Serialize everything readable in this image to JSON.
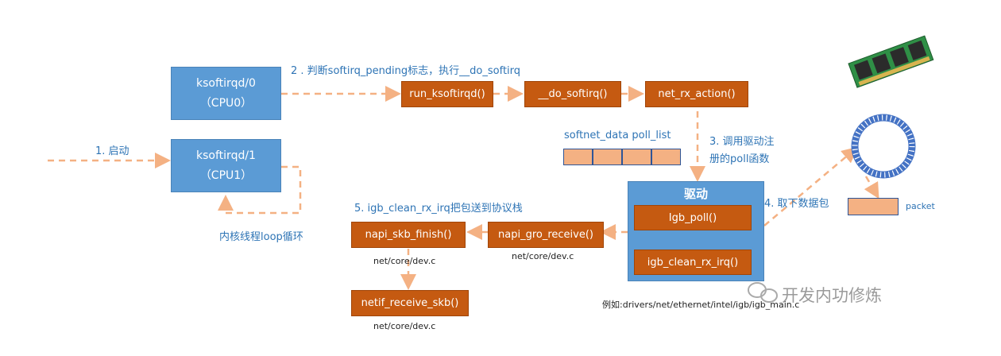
{
  "boxes": {
    "ksoftirqd0": {
      "line1": "ksoftirqd/0",
      "line2": "（CPU0）"
    },
    "ksoftirqd1": {
      "line1": "ksoftirqd/1",
      "line2": "（CPU1）"
    },
    "run_ksoftirqd": "run_ksoftirqd()",
    "do_softirq": "__do_softirq()",
    "net_rx_action": "net_rx_action()",
    "driver_title": "驱动",
    "igb_poll": "Igb_poll()",
    "igb_clean_rx_irq": "igb_clean_rx_irq()",
    "napi_gro_receive": "napi_gro_receive()",
    "napi_skb_finish": "napi_skb_finish()",
    "netif_receive_skb": "netif_receive_skb()"
  },
  "labels": {
    "step1": "1. 启动",
    "step2": "2 . 判断softirq_pending标志，执行__do_softirq",
    "step3_line1": "3. 调用驱动注",
    "step3_line2": "册的poll函数",
    "step4": "4. 取下数据包",
    "step5": "5. igb_clean_rx_irq把包送到协议栈",
    "loop": "内核线程loop循环",
    "poll_list": "softnet_data poll_list",
    "packet": "packet",
    "path_gro": "net/core/dev.c",
    "path_skb_finish": "net/core/dev.c",
    "path_netif": "net/core/dev.c",
    "driver_example": "例如:drivers/net/ethernet/intel/igb/igb_main.c",
    "watermark": "开发内功修炼"
  },
  "colors": {
    "blue_box": "#5b9bd5",
    "orange_box": "#c55a11",
    "arrow": "#f4b183",
    "cell": "#f4b183",
    "label_blue": "#2e74b5"
  }
}
